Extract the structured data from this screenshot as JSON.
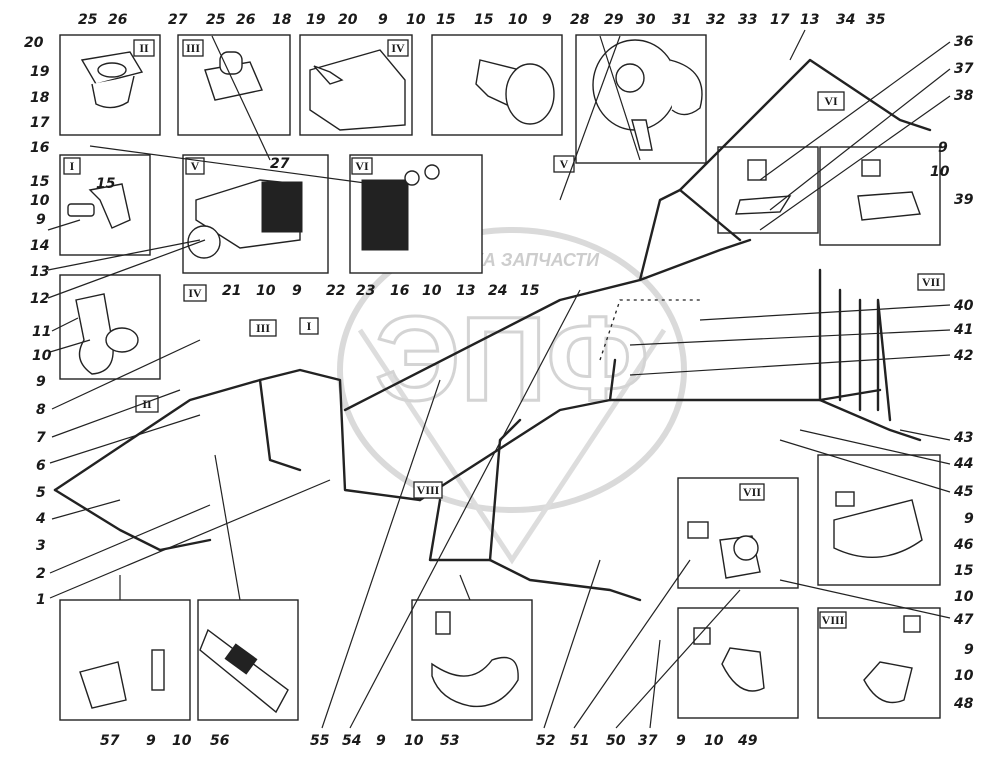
{
  "watermark": {
    "brand_line": "ТЕХНИКА  ЗАПЧАСТИ",
    "logo": "ЭПФ"
  },
  "views": [
    "I",
    "II",
    "III",
    "IV",
    "V",
    "VI",
    "VII",
    "VIII"
  ],
  "callouts": {
    "n1": "1",
    "n2": "2",
    "n3": "3",
    "n4": "4",
    "n5": "5",
    "n6": "6",
    "n7": "7",
    "n8": "8",
    "n9": "9",
    "n10": "10",
    "n11": "11",
    "n12": "12",
    "n13": "13",
    "n14": "14",
    "n15": "15",
    "n16": "16",
    "n17": "17",
    "n18": "18",
    "n19": "19",
    "n20": "20",
    "n21": "21",
    "n22": "22",
    "n23": "23",
    "n24": "24",
    "n25": "25",
    "n26": "26",
    "n27": "27",
    "n28": "28",
    "n29": "29",
    "n30": "30",
    "n31": "31",
    "n32": "32",
    "n33": "33",
    "n34": "34",
    "n35": "35",
    "n36": "36",
    "n37": "37",
    "n38": "38",
    "n39": "39",
    "n40": "40",
    "n41": "41",
    "n42": "42",
    "n43": "43",
    "n44": "44",
    "n45": "45",
    "n46": "46",
    "n47": "47",
    "n48": "48",
    "n49": "49",
    "n50": "50",
    "n51": "51",
    "n52": "52",
    "n53": "53",
    "n54": "54",
    "n55": "55",
    "n56": "56",
    "n57": "57"
  }
}
